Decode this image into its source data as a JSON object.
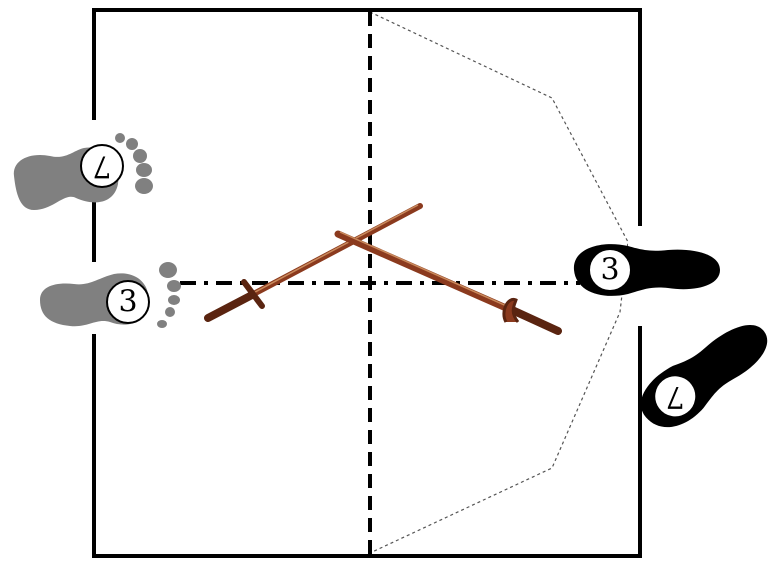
{
  "diagram": {
    "colors": {
      "background": "#ffffff",
      "border": "#000000",
      "grey_foot": "#808080",
      "black_foot": "#000000",
      "label_circle": "#ffffff",
      "sword_wood": "#8b3a1e",
      "sword_dark": "#5a2410",
      "sword_highlight": "#c98a5c"
    },
    "feet": {
      "grey_upper": {
        "label": "7",
        "icon": "left-footprint-icon"
      },
      "grey_lower": {
        "label": "3",
        "icon": "left-footprint-icon"
      },
      "black_upper": {
        "label": "3",
        "icon": "right-footprint-icon"
      },
      "black_lower": {
        "label": "7",
        "icon": "right-footprint-icon"
      }
    },
    "swords": [
      {
        "name": "sword-left",
        "icon": "wooden-sword-icon"
      },
      {
        "name": "sword-right",
        "icon": "wooden-sword-icon"
      }
    ]
  }
}
